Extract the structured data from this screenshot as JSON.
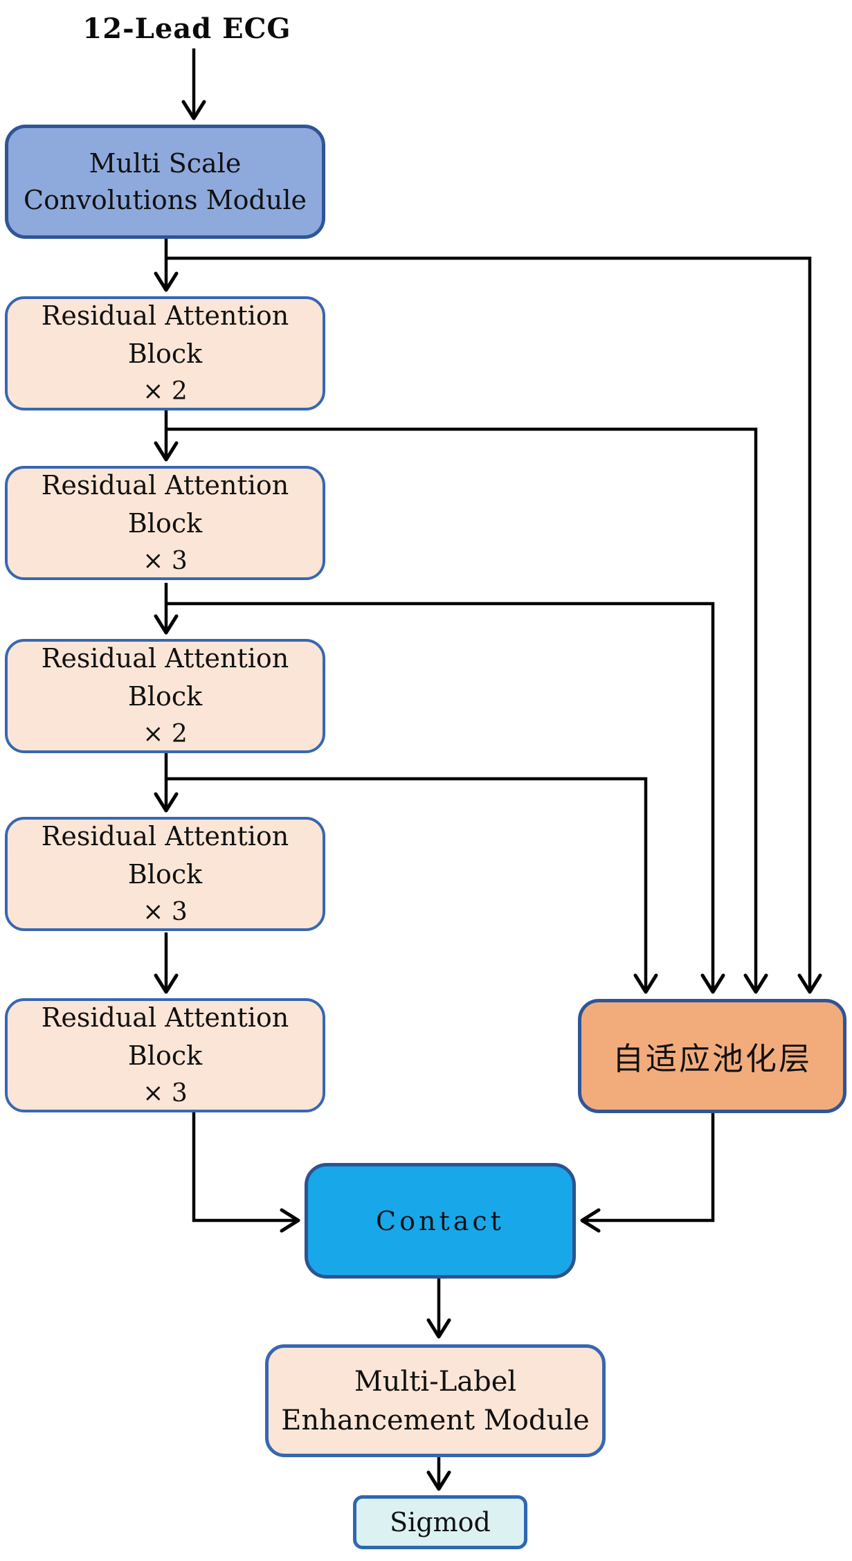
{
  "diagram": {
    "input_label": "12-Lead ECG",
    "nodes": {
      "multi_scale_module": {
        "line1": "Multi Scale",
        "line2": "Convolutions Module"
      },
      "residual_blocks": [
        {
          "title": "Residual Attention Block",
          "multiplier": "× 2"
        },
        {
          "title": "Residual Attention Block",
          "multiplier": "× 3"
        },
        {
          "title": "Residual Attention Block",
          "multiplier": "× 2"
        },
        {
          "title": "Residual Attention Block",
          "multiplier": "× 3"
        },
        {
          "title": "Residual Attention Block",
          "multiplier": "× 3"
        }
      ],
      "adaptive_pooling_layer": {
        "label": "自适应池化层"
      },
      "contact": {
        "label": "Contact"
      },
      "multi_label_module": {
        "line1": "Multi-Label",
        "line2": "Enhancement Module"
      },
      "sigmod": {
        "label": "Sigmod"
      }
    },
    "colors": {
      "input_module_fill": "#8EA9DB",
      "residual_block_fill": "#FBE5D6",
      "adaptive_pooling_fill": "#F2AC7C",
      "contact_fill": "#18A7E9",
      "sigmod_fill": "#DCF1F2",
      "box_border_dark": "#2F5597",
      "box_border_mid": "#3767B1",
      "connector_line": "#000000"
    }
  }
}
